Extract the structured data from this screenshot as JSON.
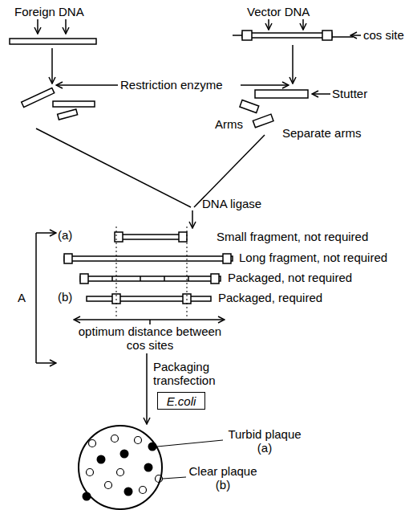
{
  "diagram": {
    "nodes": [
      {
        "text": [
          "E.coli"
        ]
      }
    ],
    "labels": [
      "Foreign DNA",
      "Vector DNA",
      "cos site",
      "Restriction enzyme",
      "Stutter",
      "Arms",
      "Separate arms",
      "DNA ligase",
      "(a)",
      "Small fragment, not required",
      "Long fragment, not required",
      "Packaged, not required",
      "(b)",
      "Packaged, required",
      "A",
      "optimum distance between cos sites",
      "Packaging transfection",
      "Turbid plaque (a)",
      "Clear plaque (b)"
    ]
  }
}
